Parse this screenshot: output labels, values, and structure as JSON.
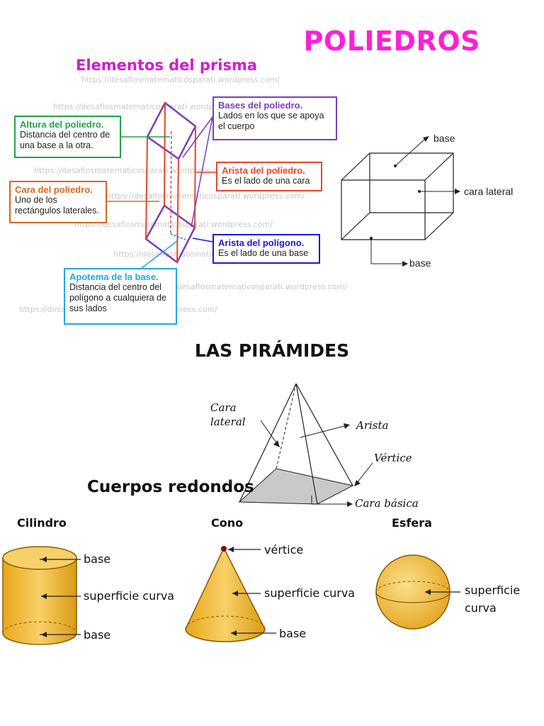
{
  "title": "POLIEDROS",
  "subtitle": "Elementos del prisma",
  "watermark": "https://desafiosmatematicosparati.wordpress.com/",
  "prism_boxes": {
    "altura": {
      "head": "Altura del poliedro.",
      "body": "Distancia del centro de una base a la otra.",
      "color": "#22a447"
    },
    "cara": {
      "head": "Cara del poliedro.",
      "body": "Uno de los rectángulos laterales.",
      "color": "#d2691e"
    },
    "bases": {
      "head": "Bases del poliedro.",
      "body": "Lados en los que se apoya el cuerpo",
      "color": "#7b3fb5"
    },
    "arista": {
      "head": "Arista del poliedro.",
      "body": "Es el lado de una cara",
      "color": "#e8452c"
    },
    "arista_poligono": {
      "head": "Arista del polígono.",
      "body": "Es el lado de una base",
      "color": "#1a1ad6"
    },
    "apotema": {
      "head": "Apotema de la base.",
      "body": "Distancia del centro del polígono a cualquiera de sus lados",
      "color": "#1fa9e0"
    }
  },
  "cube_labels": {
    "base_top": "base",
    "lateral": "cara lateral",
    "base_bottom": "base"
  },
  "pyramid": {
    "heading": "LAS PIRÁMIDES",
    "cara_lateral_1": "Cara",
    "cara_lateral_2": "lateral",
    "arista": "Arista",
    "vertice": "Vértice",
    "cara_basica": "Cara básica"
  },
  "round_bodies": {
    "heading": "Cuerpos redondos",
    "cylinder": {
      "title": "Cilindro",
      "base_top": "base",
      "surface": "superficie curva",
      "base_bottom": "base"
    },
    "cone": {
      "title": "Cono",
      "vertex": "vértice",
      "surface": "superficie curva",
      "base": "base"
    },
    "sphere": {
      "title": "Esfera",
      "surface_1": "superficie",
      "surface_2": "curva"
    }
  },
  "colors": {
    "title": "#ff1fd6",
    "subtitle": "#d21ad2",
    "solid_fill": "#f5c542",
    "solid_stroke": "#b07d10"
  }
}
